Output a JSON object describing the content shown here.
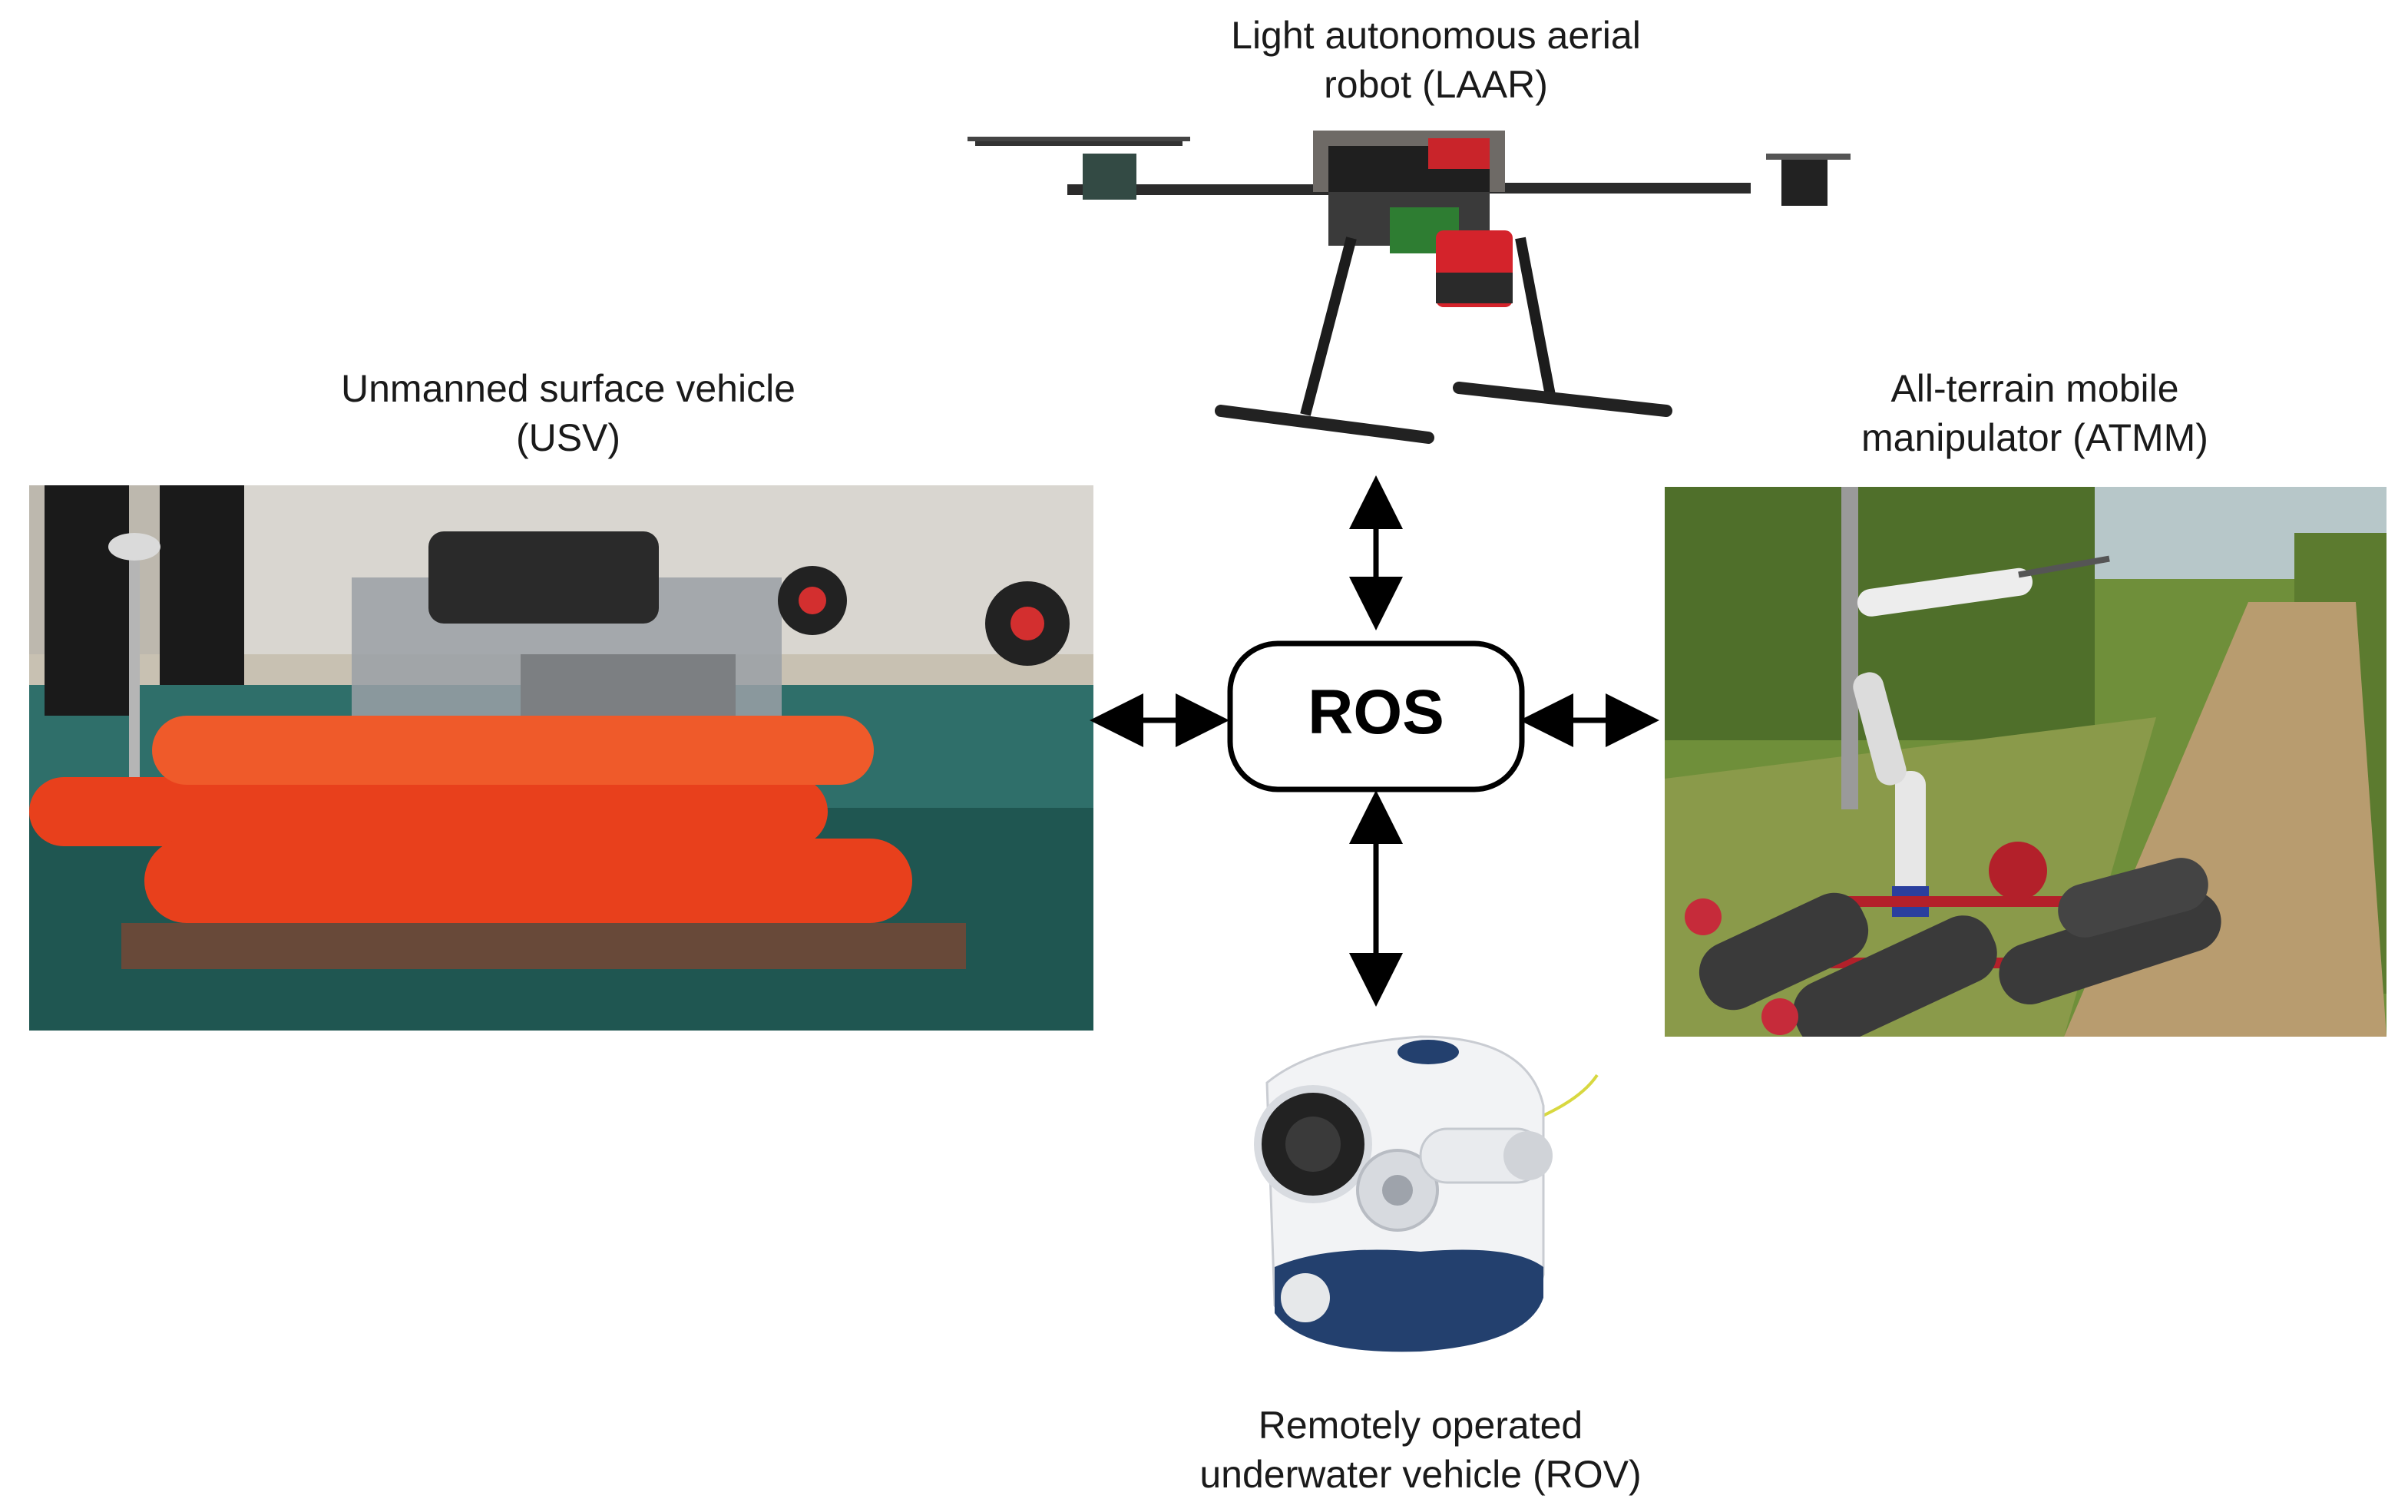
{
  "hub": {
    "label": "ROS"
  },
  "nodes": {
    "laar": {
      "caption_lines": [
        "Light autonomous aerial",
        "robot (LAAR)"
      ],
      "icon": "drone-icon"
    },
    "usv": {
      "caption_lines": [
        "Unmanned surface vehicle",
        "(USV)"
      ],
      "icon": "boat-icon"
    },
    "atmm": {
      "caption_lines": [
        "All-terrain mobile",
        "manipulator (ATMM)"
      ],
      "icon": "tracked-robot-icon"
    },
    "rov": {
      "caption_lines": [
        "Remotely operated",
        "underwater vehicle (ROV)"
      ],
      "icon": "underwater-drone-icon"
    }
  },
  "colors": {
    "boat_orange": "#e8401c",
    "water": "#2f6f6a",
    "drone_dark": "#2b2b2b",
    "rov_white": "#f2f3f5",
    "rov_blue": "#23406e",
    "robot_red": "#b3202a",
    "grass": "#6f8f3a",
    "soil": "#b89c6f"
  }
}
